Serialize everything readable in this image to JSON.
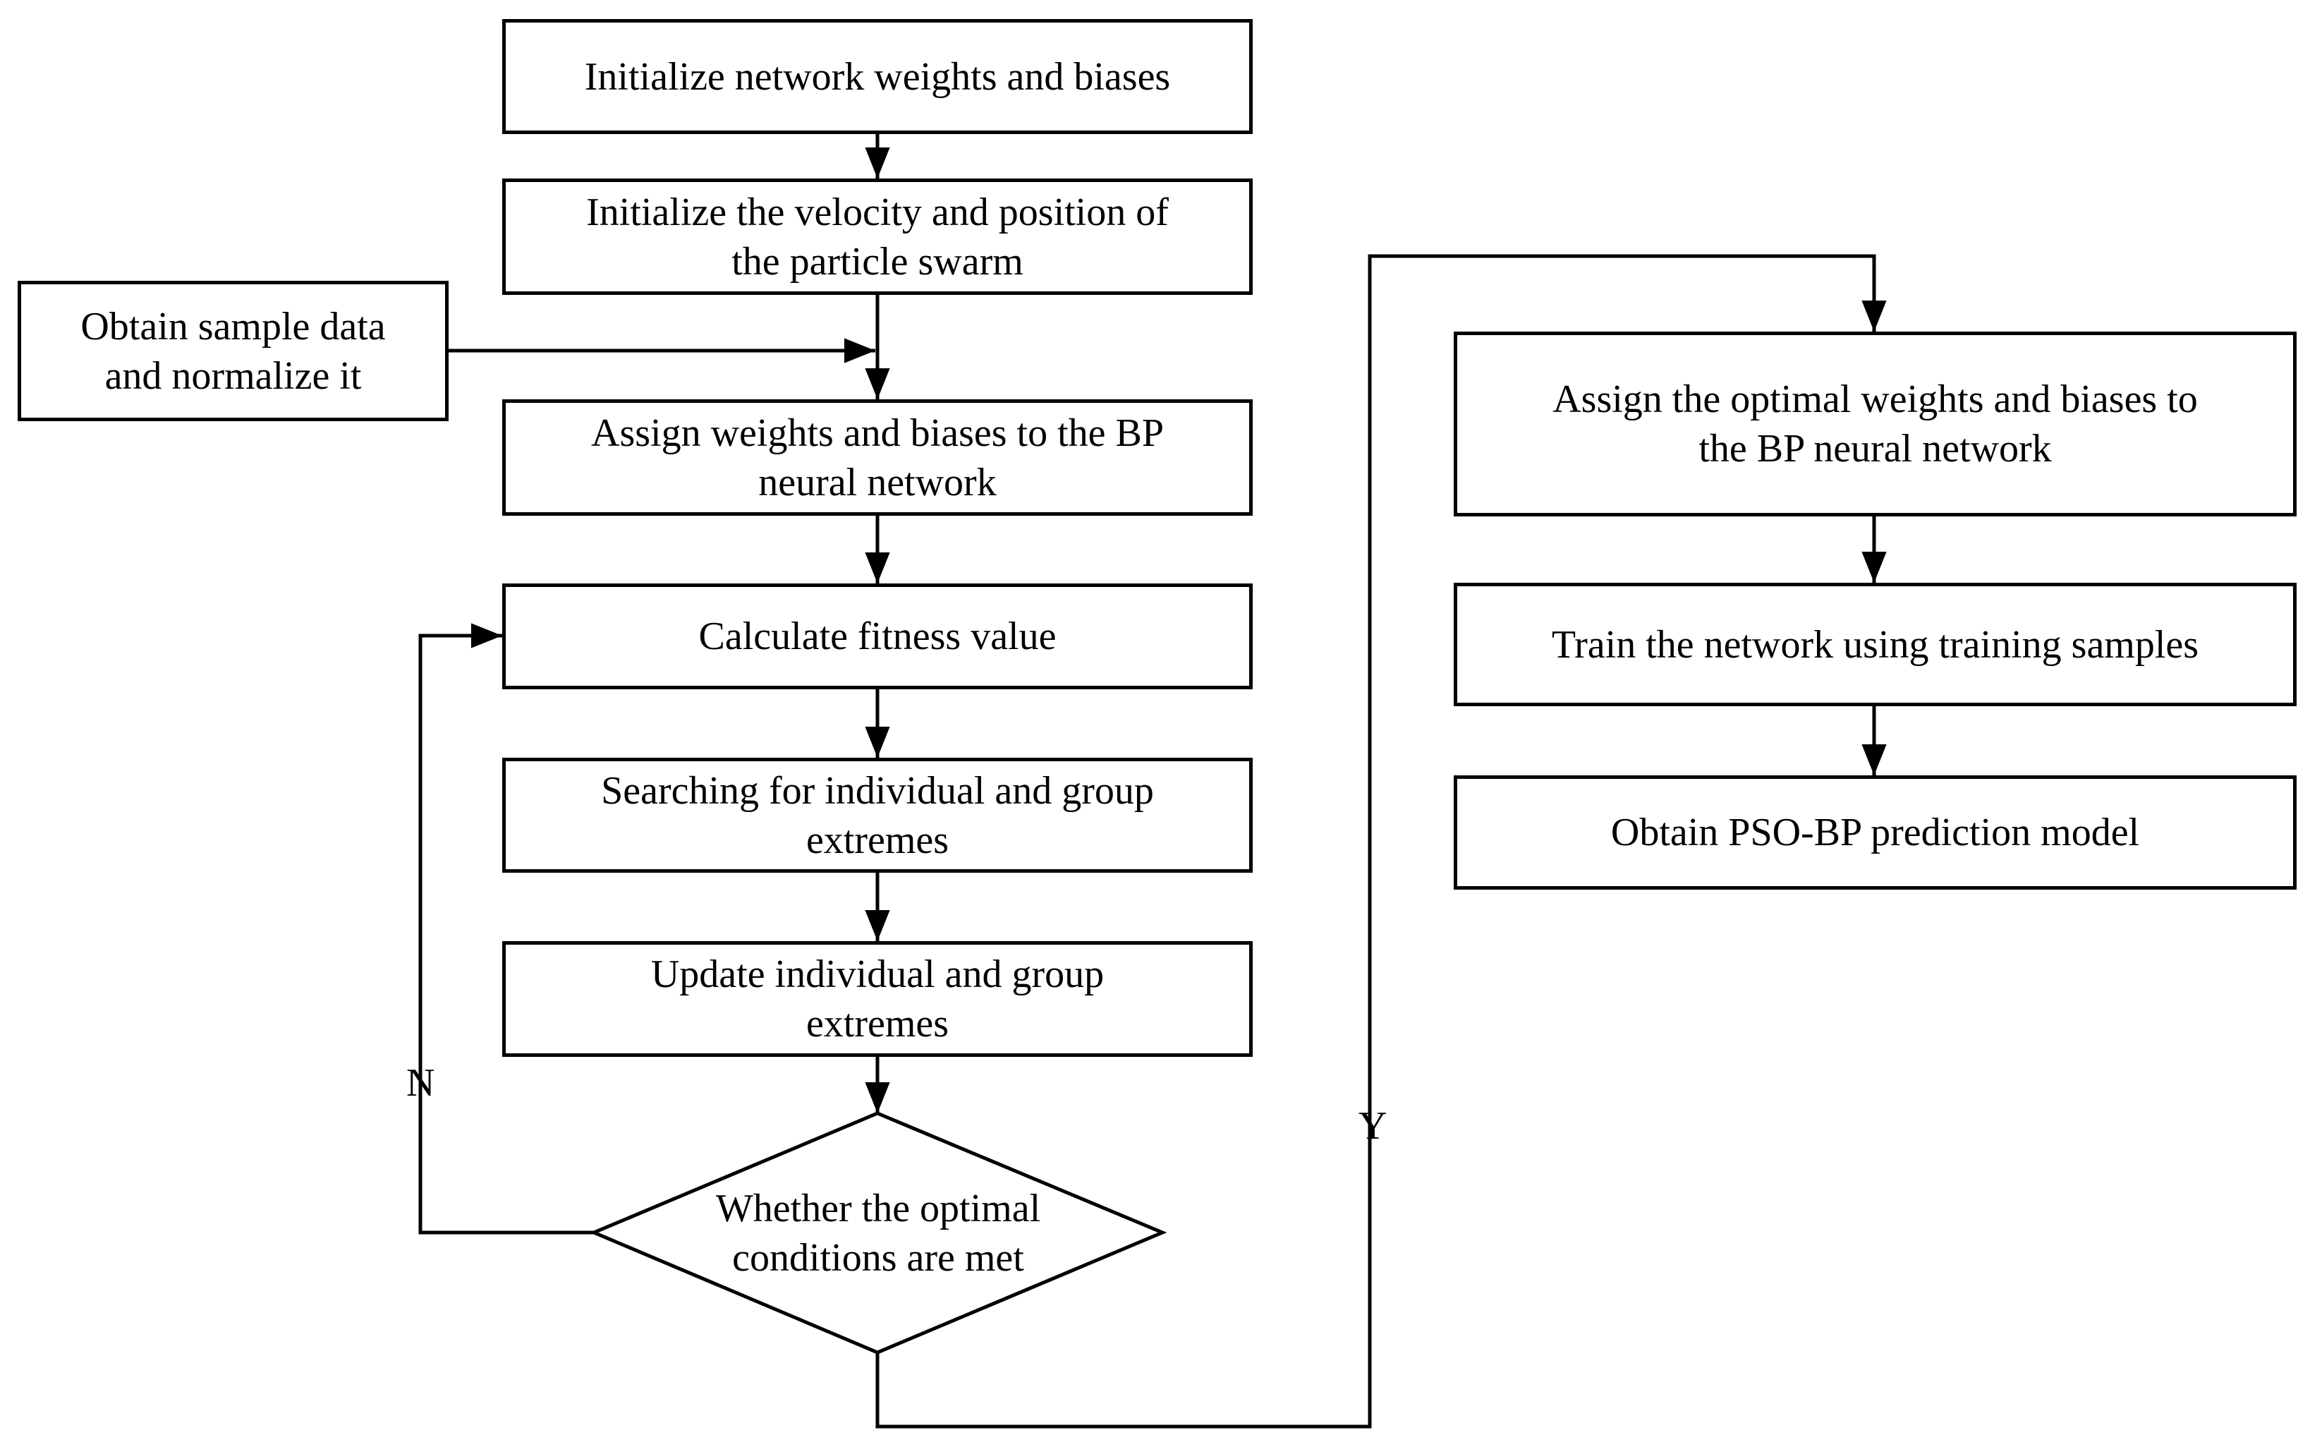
{
  "colors": {
    "stroke": "#000000",
    "fill": "#ffffff",
    "text": "#000000"
  },
  "nodes": {
    "init_weights": "Initialize network weights and biases",
    "init_velocity": "Initialize the velocity and position of\nthe particle swarm",
    "obtain_sample": "Obtain sample data\nand normalize it",
    "assign_weights": "Assign weights and biases to the BP\nneural network",
    "calc_fitness": "Calculate fitness value",
    "search_extremes": "Searching for individual and group\nextremes",
    "update_extremes": "Update individual and group\nextremes",
    "decision": "Whether the optimal\nconditions are met",
    "assign_optimal": "Assign the optimal weights and biases to\nthe BP neural network",
    "train_network": "Train the network using training samples",
    "obtain_model": "Obtain PSO-BP prediction model"
  },
  "labels": {
    "no": "N",
    "yes": "Y"
  }
}
